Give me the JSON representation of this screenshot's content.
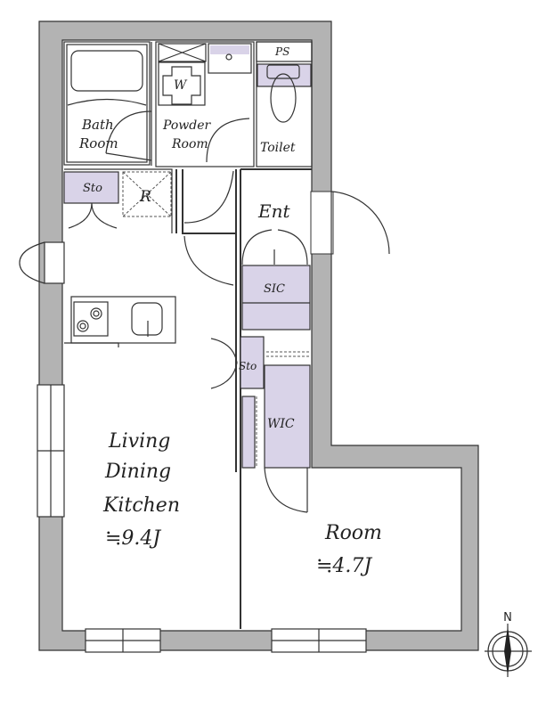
{
  "rooms": {
    "bath": [
      "Bath",
      "Room"
    ],
    "powder": [
      "Powder",
      "Room"
    ],
    "toilet": "Toilet",
    "ps": "PS",
    "washer": "W",
    "storage_top": "Sto",
    "refrigerator": "R",
    "entrance": "Ent",
    "shoe_closet": "SIC",
    "storage_mid": "Sto",
    "walk_in_closet": "WIC",
    "ldk": [
      "Living",
      "Dining",
      "Kitchen",
      "≒9.4J"
    ],
    "room": [
      "Room",
      "≒4.7J"
    ]
  },
  "compass": {
    "north_label": "N"
  },
  "colors": {
    "wall": "#b3b3b3",
    "storage": "#d9d3e8",
    "line": "#333333"
  }
}
